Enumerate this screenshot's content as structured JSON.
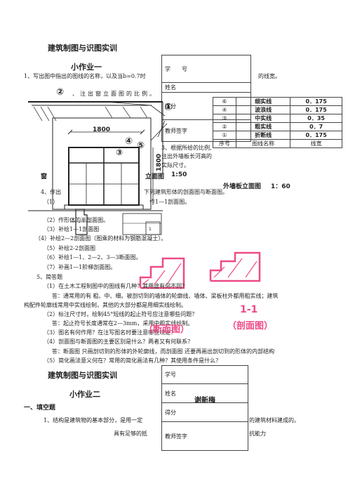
{
  "assignment1": {
    "course_title": "建筑制图与识图实训",
    "title": "小作业一",
    "q1_text": "1、写出图中指出的图线的名称，以及当b=0.7时",
    "q1_suffix": "的线宽。",
    "q2_text": "、注出窗立面图的比例。",
    "q3_text": "3、根据所给的比例,",
    "q3_line2": "注出外墙板长河高的",
    "q3_line3": "实际尺寸。",
    "window_label": "窗",
    "elevation_label": "立面图",
    "elevation_scale": "1:50",
    "wallpanel_label": "外墙板立面图",
    "wallpanel_scale": "1：60",
    "dim_1800_h": "1800",
    "dim_1800_v": "1800",
    "q4_line1a": "4、作出",
    "q4_line1b": "下列建筑形体的剖面图与断面图。",
    "q4_sub1a": "（1）",
    "q4_sub1b": "作1—1剖面图。",
    "q4_sub2": "（2）作形体的半剖面图。",
    "q4_sub3": "（3）补绘1—1剖面图",
    "q4_sub4": "（4）补绘2—2剖面图（图乘的材料为钢筋混凝土）。",
    "q4_sub5": "（5）补绘2-2剖面图",
    "q4_sub6": "（6）补绘1—1、2—2、3—3断面图。",
    "q4_sub7": "（7）补画1—1阶梯剖面图。",
    "q5": "5、简答题",
    "q5_1": "（1）在土木工程制图中的图线有几种？其用途有何不同？",
    "a5_1a": "答：通常用的有 粗、中、细。被剖切到的墙体的轮廓线、墙体、梁板柱外都用粗实线；建筑",
    "a5_1b": "构配件轮廓线常用中实线绘制，其他的大部分都是用细实线绘制。",
    "q5_2": "（2）标注尺寸时，绘制45°短线的起止符号应注意哪些问题？",
    "a5_2": "答：起止符号长度通常在2—3mm，采用中粗实线绘制。",
    "q5_3": "（3）图名有何作用？在注写图名时要注意哪些规定？",
    "q5_4": "（4）剖面图与断面图的主要区别是什么？两者又有何联系？",
    "a5_4": "答：断面图 只画剖切到的形体的外轮廓线，而剖面图 还要再画出剖切到的形体的内部结构",
    "q5_5": "（5）简化画法意义何在？常用的简化画法有几种？其使用条件是什么？",
    "section_11": "1-1",
    "section_11_sub": "（剖面图）",
    "section_cut": "（断面图）",
    "info_table": {
      "student_no": "学　　号",
      "name": "姓名",
      "score": "得分",
      "teacher": "教师签字"
    },
    "line_table": {
      "rows": [
        {
          "no": "⑥",
          "name": "细实线",
          "width": "0．175"
        },
        {
          "no": "④",
          "name": "波浪线",
          "width": "0．175"
        },
        {
          "no": "③",
          "name": "中实线",
          "width": "0．35"
        },
        {
          "no": "②",
          "name": "粗实线",
          "width": "0．7"
        },
        {
          "no": "①",
          "name": "折断线",
          "width": "0．175"
        }
      ],
      "header": {
        "no": "序号",
        "name": "图线名称",
        "width": "线宽"
      }
    },
    "circles": [
      "②",
      "①",
      "④",
      "⑤",
      "③"
    ]
  },
  "assignment2": {
    "course_title": "建筑制图与识图实训",
    "title": "小作业二",
    "section": "一、填空题",
    "q1a": "1、结构是建筑物的基本部分，是用一定",
    "q1b": "的建筑材料建成的。",
    "q1c": "具有足够的抵",
    "q1d": "抗能力",
    "info_table": {
      "student_no": "学号",
      "name": "姓名",
      "name_value": "谢新梅",
      "score": "得分",
      "teacher": "教师签字"
    }
  }
}
